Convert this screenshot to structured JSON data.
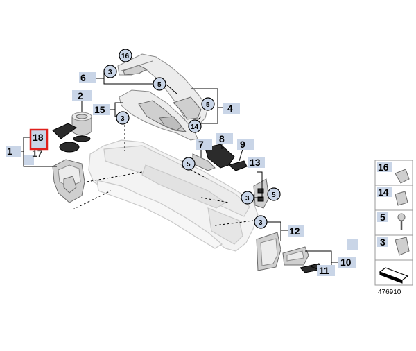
{
  "diagram": {
    "reference_number": "476910",
    "highlight_color": "#e0201c",
    "tag_color": "#c9d5e7",
    "main_labels": {
      "p1": "1",
      "p2": "2",
      "p4": "4",
      "p6": "6",
      "p7": "7",
      "p8": "8",
      "p9": "9",
      "p10": "10",
      "p11": "11",
      "p12": "12",
      "p13": "13",
      "p15": "15"
    },
    "highlighted": {
      "top": "18",
      "bottom": "17"
    },
    "circle_labels": {
      "c16": "16",
      "c3a": "3",
      "c5a": "5",
      "c14": "14",
      "c5b": "5",
      "c3b": "3",
      "c5c": "5",
      "c3c": "3",
      "c5d": "5",
      "c3d": "3"
    },
    "legend": [
      {
        "num": "16"
      },
      {
        "num": "14"
      },
      {
        "num": "5"
      },
      {
        "num": "3"
      }
    ]
  }
}
